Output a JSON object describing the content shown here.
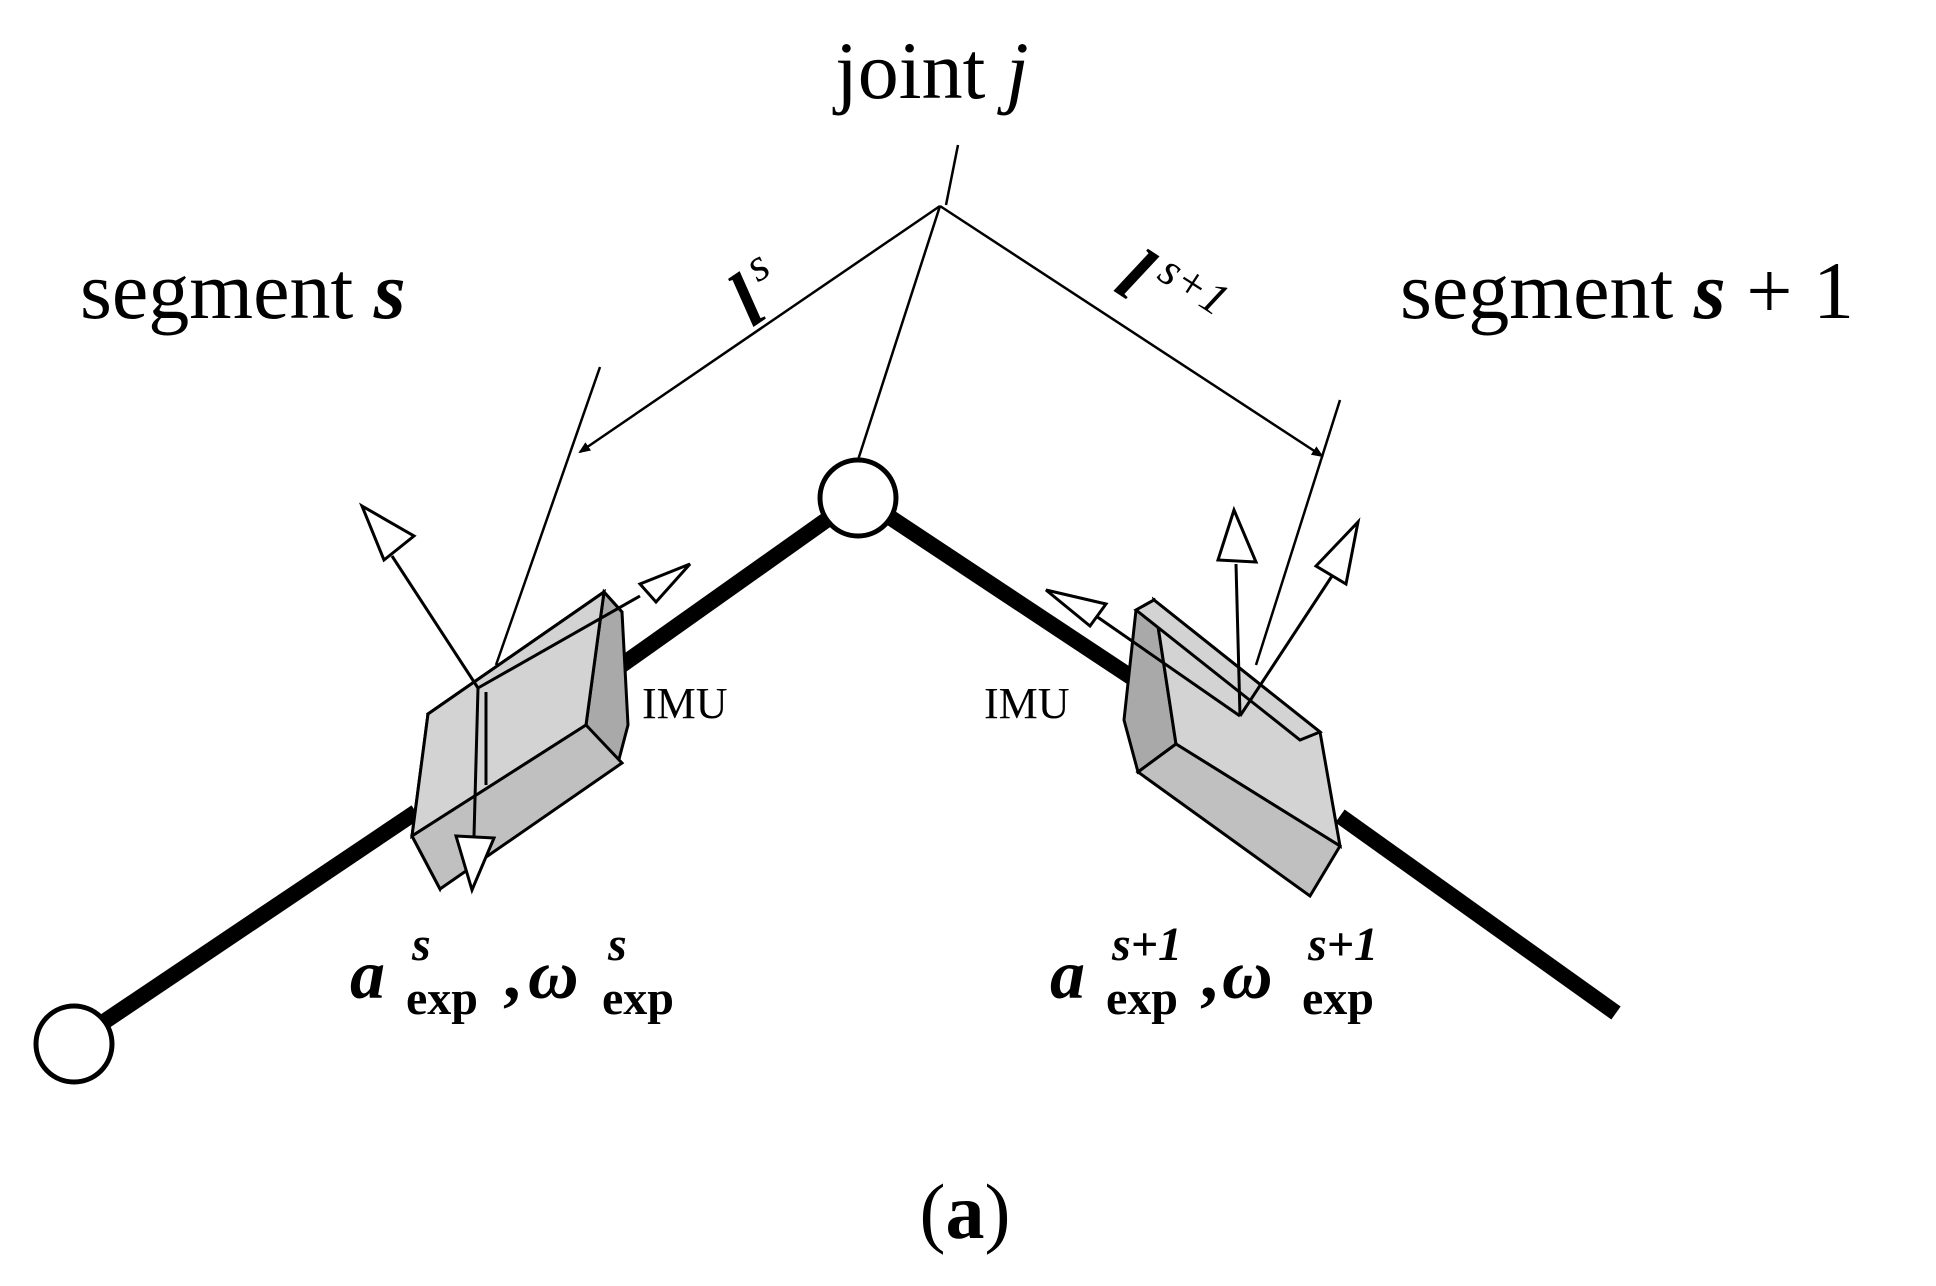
{
  "joint_label": {
    "prefix": "joint ",
    "var": "j"
  },
  "segment_left": {
    "prefix": "segment ",
    "var": "s"
  },
  "segment_right": {
    "prefix": "segment ",
    "var": "s",
    "suffix": " + 1"
  },
  "length_left": {
    "symbol": "l",
    "superscript": "s"
  },
  "length_right": {
    "symbol": "l",
    "superscript": "s+1"
  },
  "imu_left": "IMU",
  "imu_right": "IMU",
  "measure_left": {
    "accel": "a",
    "gyro": "ω",
    "sup": "s",
    "sub": "exp",
    "comma": ","
  },
  "measure_right": {
    "accel": "a",
    "gyro": "ω",
    "sup": "s+1",
    "sub": "exp",
    "comma": ","
  },
  "caption": {
    "open": "(",
    "letter": "a",
    "close": ")"
  },
  "colors": {
    "ink": "#000000",
    "imu_light": "#d3d3d3",
    "imu_dark": "#a9a9a9",
    "imu_mid": "#c0c0c0"
  }
}
